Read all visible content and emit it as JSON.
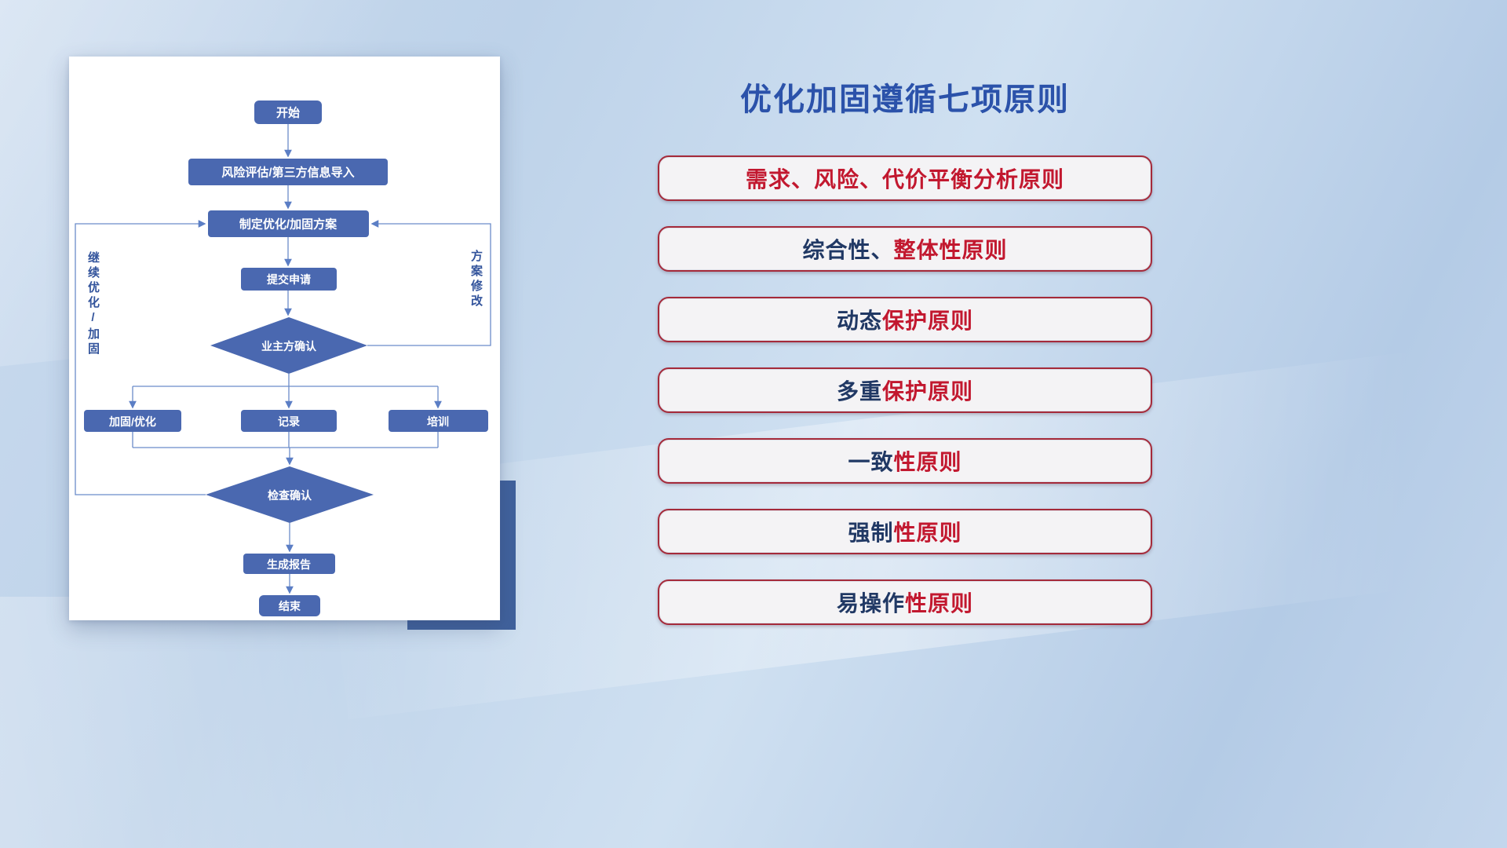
{
  "title": "优化加固遵循七项原则",
  "flowchart": {
    "start": "开始",
    "risk_import": "风险评估/第三方信息导入",
    "make_plan": "制定优化/加固方案",
    "submit": "提交申请",
    "owner_confirm": "业主方确认",
    "reinforce": "加固/优化",
    "record": "记录",
    "training": "培训",
    "check_confirm": "检查确认",
    "report": "生成报告",
    "end": "结束",
    "loop_left_label": "继续优化/加固",
    "loop_right_label": "方案修改"
  },
  "principles": [
    {
      "part1": "",
      "part2": "需求、风险、代价平衡分析原则"
    },
    {
      "part1": "综合性、",
      "part2": "整体性原则"
    },
    {
      "part1": "动态",
      "part2": "保护原则"
    },
    {
      "part1": "多重",
      "part2": "保护原则"
    },
    {
      "part1": "一致",
      "part2": "性原则"
    },
    {
      "part1": "强制",
      "part2": "性原则"
    },
    {
      "part1": "易操作",
      "part2": "性原则"
    }
  ],
  "colors": {
    "title_blue": "#2b52aa",
    "principle_navy": "#203864",
    "principle_red": "#c2182f",
    "pill_border_red": "#a52a3a",
    "flow_node_blue": "#4a68b0",
    "flow_line_blue": "#6b8cc9",
    "accent_block_navy": "#40619c",
    "background_blue": "#bdd2e9"
  }
}
